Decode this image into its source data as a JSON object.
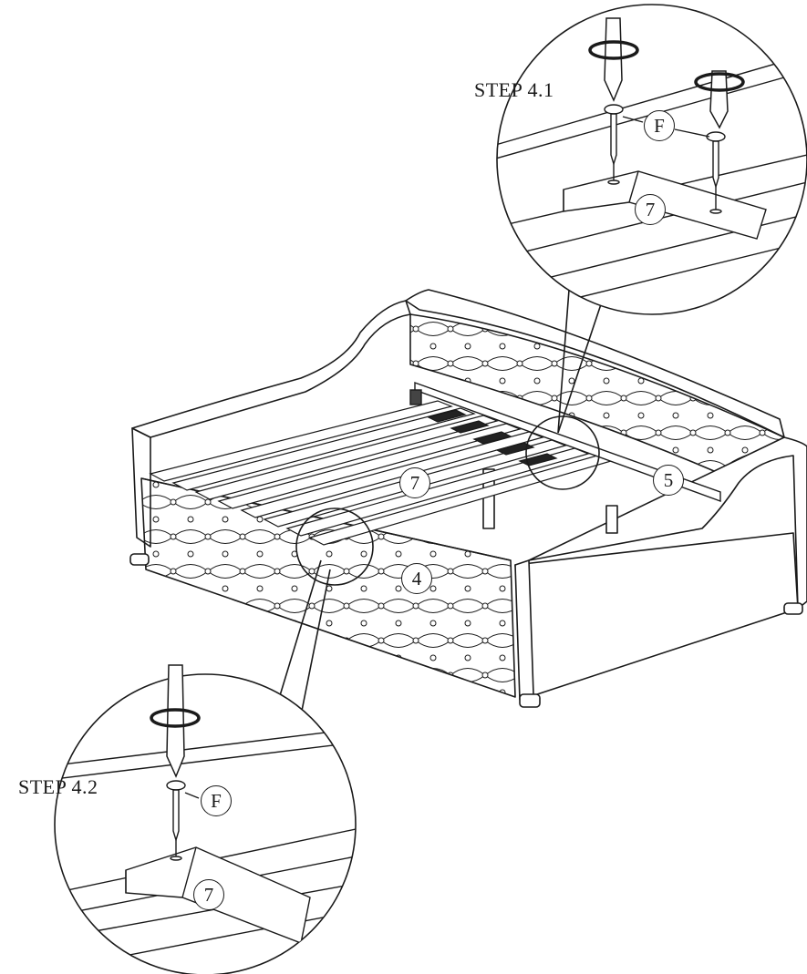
{
  "steps": {
    "step_41": "STEP 4.1",
    "step_42": "STEP 4.2"
  },
  "parts": {
    "slat": "7",
    "side_rail": "4",
    "back_rail": "5",
    "screw": "F"
  },
  "colors": {
    "line": "#1a1a1a",
    "background": "#ffffff",
    "slat_dark": "#222222"
  },
  "icons": [
    "screwdriver-icon",
    "rotation-arrow-icon",
    "screw-icon"
  ]
}
